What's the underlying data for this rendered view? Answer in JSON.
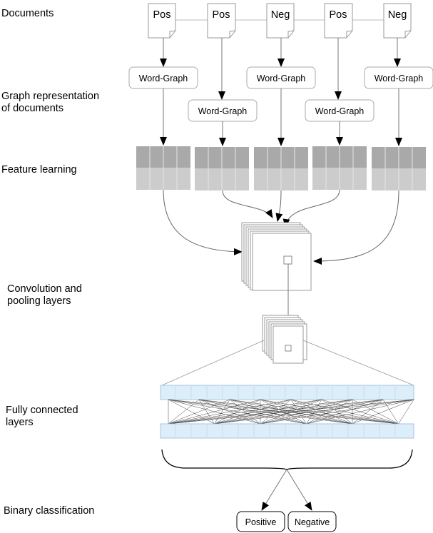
{
  "stages": {
    "documents": "Documents",
    "graph_rep": [
      "Graph representation",
      "of documents"
    ],
    "feature": "Feature learning",
    "conv": [
      "Convolution and",
      "pooling layers"
    ],
    "fc": [
      "Fully connected",
      "layers"
    ],
    "binary": "Binary classification"
  },
  "documents": [
    "Pos",
    "Pos",
    "Neg",
    "Pos",
    "Neg"
  ],
  "word_graph_label": "Word-Graph",
  "outputs": [
    "Positive",
    "Negative"
  ]
}
